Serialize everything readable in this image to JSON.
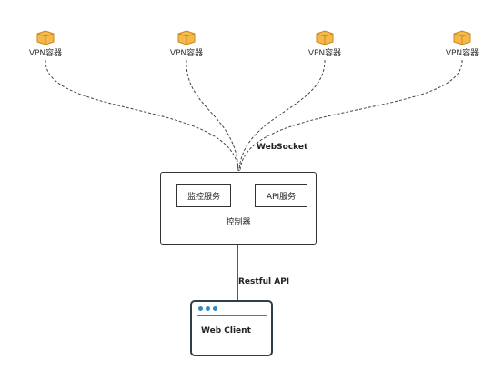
{
  "containers": [
    {
      "label": "VPN容器"
    },
    {
      "label": "VPN容器"
    },
    {
      "label": "VPN容器"
    },
    {
      "label": "VPN容器"
    }
  ],
  "links": {
    "websocket_label": "WebSocket",
    "restful_label": "Restful API"
  },
  "controller": {
    "label": "控制器",
    "services": [
      "监控服务",
      "API服务"
    ]
  },
  "client": {
    "title": "Web Client"
  },
  "colors": {
    "box_fill": "#f5b84a",
    "box_stroke": "#c98a1e",
    "browser_accent": "#2e88c8",
    "browser_border": "#2e3f4c"
  },
  "icons": {
    "container": "package-box-icon",
    "client": "browser-window-icon"
  }
}
